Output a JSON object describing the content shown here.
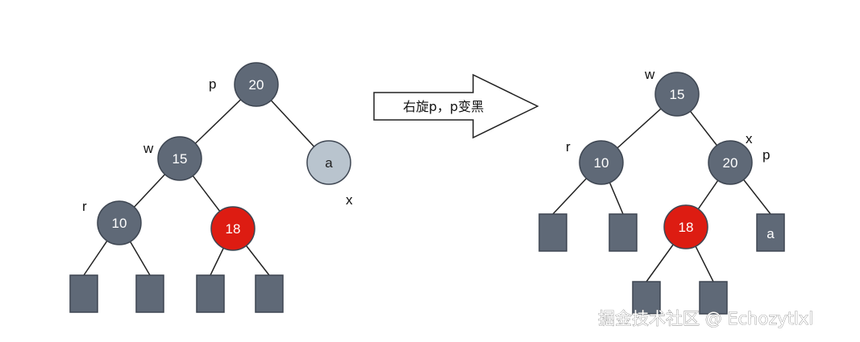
{
  "colors": {
    "black_node": "#5f6977",
    "red_node": "#dd1c12",
    "light_node": "#b9c4ce",
    "leaf": "#5f6977"
  },
  "before": {
    "nodes": [
      {
        "id": "p20",
        "label": "20",
        "color": "black_node"
      },
      {
        "id": "w15",
        "label": "15",
        "color": "black_node"
      },
      {
        "id": "a",
        "label": "a",
        "color": "light_node"
      },
      {
        "id": "r10",
        "label": "10",
        "color": "black_node"
      },
      {
        "id": "n18",
        "label": "18",
        "color": "red_node"
      }
    ],
    "tags": [
      {
        "id": "p",
        "text": "p"
      },
      {
        "id": "w",
        "text": "w"
      },
      {
        "id": "r",
        "text": "r"
      },
      {
        "id": "x",
        "text": "x"
      }
    ]
  },
  "transition": {
    "label": "右旋p，p变黑"
  },
  "after": {
    "nodes": [
      {
        "id": "w15",
        "label": "15",
        "color": "black_node"
      },
      {
        "id": "r10",
        "label": "10",
        "color": "black_node"
      },
      {
        "id": "p20",
        "label": "20",
        "color": "black_node"
      },
      {
        "id": "n18",
        "label": "18",
        "color": "red_node"
      }
    ],
    "leaf_a": {
      "label": "a"
    },
    "tags": [
      {
        "id": "w",
        "text": "w"
      },
      {
        "id": "r",
        "text": "r"
      },
      {
        "id": "x",
        "text": "x"
      },
      {
        "id": "p",
        "text": "p"
      }
    ]
  },
  "watermark": {
    "text": "掘金技术社区 @ Echozytlxl"
  }
}
